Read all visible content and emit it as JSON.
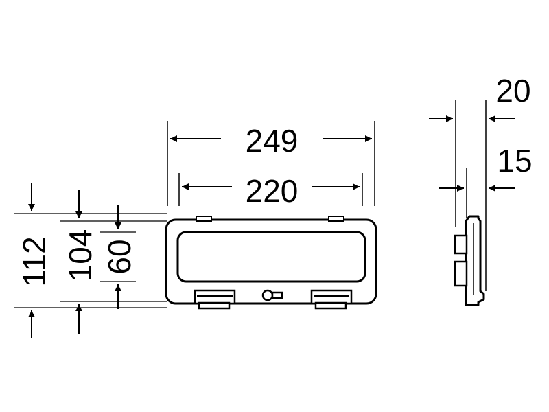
{
  "diagram": {
    "line_color": "#000000",
    "background": "#ffffff",
    "front_view": {
      "overall_width": "249",
      "inner_width": "220",
      "overall_height": "112",
      "inner_height": "104",
      "window_height": "60"
    },
    "side_view": {
      "overall_depth": "20",
      "inner_depth": "15"
    }
  }
}
